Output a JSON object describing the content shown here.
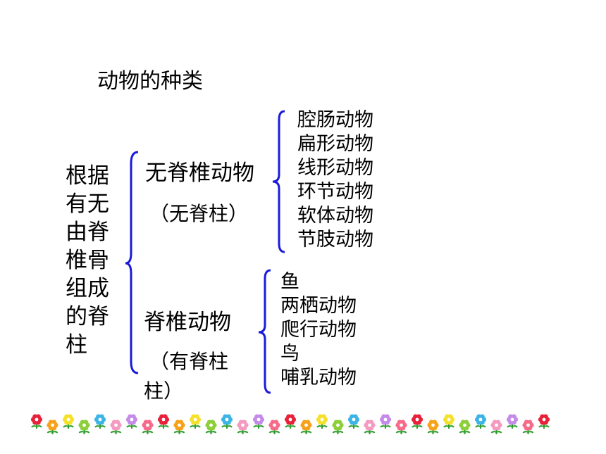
{
  "title": "动物的种类",
  "criterion": "根据有无由脊椎骨组成的脊柱",
  "groups": [
    {
      "name": "无脊椎动物",
      "note": "（无脊柱）",
      "members": [
        "腔肠动物",
        "扁形动物",
        "线形动物",
        "环节动物",
        "软体动物",
        "节肢动物"
      ]
    },
    {
      "name": "脊椎动物",
      "note_line1": "（有脊柱",
      "note_line2": "柱）",
      "members": [
        "鱼",
        "两栖动物",
        "爬行动物",
        "鸟",
        "哺乳动物"
      ]
    }
  ],
  "colors": {
    "brace": "#1a1adc",
    "text": "#000000"
  },
  "decoration": "flower-border"
}
